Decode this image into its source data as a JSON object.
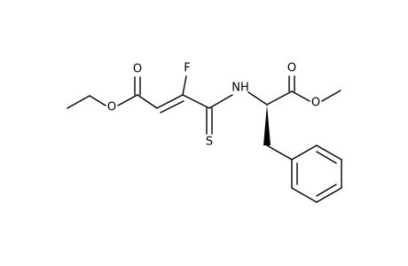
{
  "molecule": {
    "atoms": {
      "o_ester_carbonyl": "O",
      "o_ester_ether": "O",
      "fluorine": "F",
      "nh": "NH",
      "sulfur": "S",
      "o_methyl_carbonyl": "O",
      "o_methyl_ether": "O"
    }
  }
}
